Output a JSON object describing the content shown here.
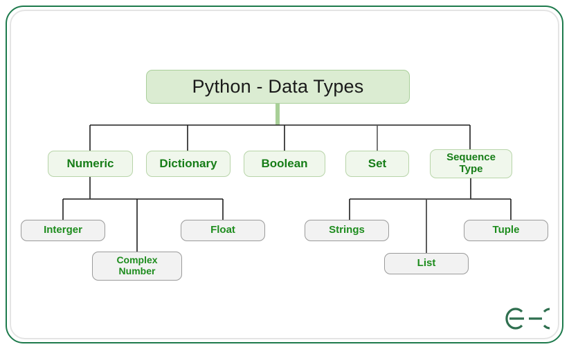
{
  "figure": {
    "title": "Python - Data Types",
    "type": "hierarchy-tree-diagram",
    "colors": {
      "frame_border": "#1d7a4c",
      "frame_inner_border": "#e4e4e4",
      "root_fill": "#dbecd2",
      "root_border": "#a9cf9a",
      "root_text": "#1a1a1a",
      "level1_fill": "#f0f7ec",
      "level1_border": "#b7d4a8",
      "level1_text": "#167d17",
      "level2_fill": "#f2f2f2",
      "level2_border": "#9a9a9a",
      "level2_text": "#1d8c1d",
      "connector_dark": "#222222",
      "connector_stem": "#a8cf97",
      "logo": "#2f6f4f",
      "background": "#ffffff"
    }
  },
  "root": {
    "label": "Python - Data Types"
  },
  "level1": [
    {
      "label": "Numeric"
    },
    {
      "label": "Dictionary"
    },
    {
      "label": "Boolean"
    },
    {
      "label": "Set"
    },
    {
      "label": "Sequence\nType"
    }
  ],
  "level2": {
    "numeric": [
      {
        "label": "Interger"
      },
      {
        "label": "Complex\nNumber"
      },
      {
        "label": "Float"
      }
    ],
    "sequence_type": [
      {
        "label": "Strings"
      },
      {
        "label": "List"
      },
      {
        "label": "Tuple"
      }
    ]
  },
  "logo": {
    "name": "geeksforgeeks-logo",
    "text": "ƏG"
  }
}
